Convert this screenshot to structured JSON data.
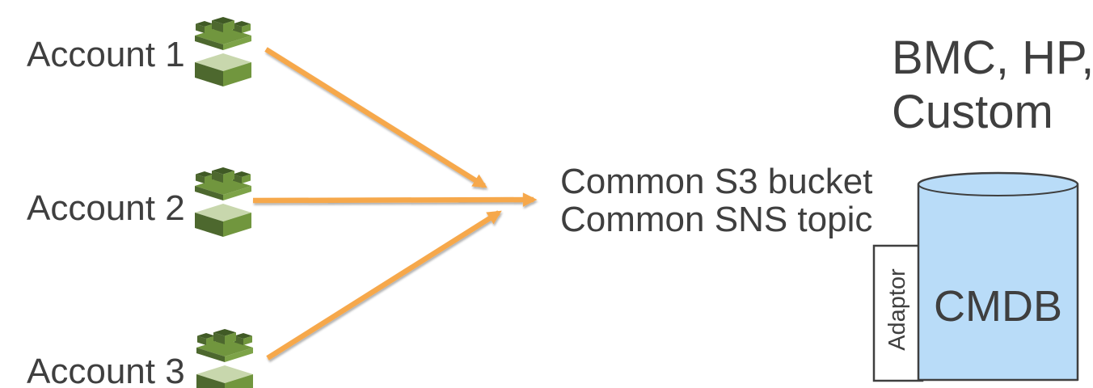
{
  "accounts": [
    {
      "label": "Account 1"
    },
    {
      "label": "Account 2"
    },
    {
      "label": "Account 3"
    }
  ],
  "hub": {
    "line1": "Common S3 bucket",
    "line2": "Common SNS topic"
  },
  "cmdb_system": {
    "vendors_line1": "BMC, HP,",
    "vendors_line2": "Custom",
    "database_label": "CMDB",
    "adaptor_label": "Adaptor"
  },
  "icons": {
    "account_icon": "aws-config-icon"
  },
  "colors": {
    "arrow_orange": "#F6A84C",
    "text_gray": "#3F3F3F",
    "outline_gray": "#3F3F3F",
    "cylinder_blue": "#B9DCF8",
    "adaptor_white": "#FFFFFF",
    "icon_green_top": "#405A25",
    "icon_green_dark": "#4D682E",
    "icon_green_mid": "#71963E",
    "icon_green_light": "#7DA348",
    "icon_green_pale": "#C8D7AD"
  }
}
